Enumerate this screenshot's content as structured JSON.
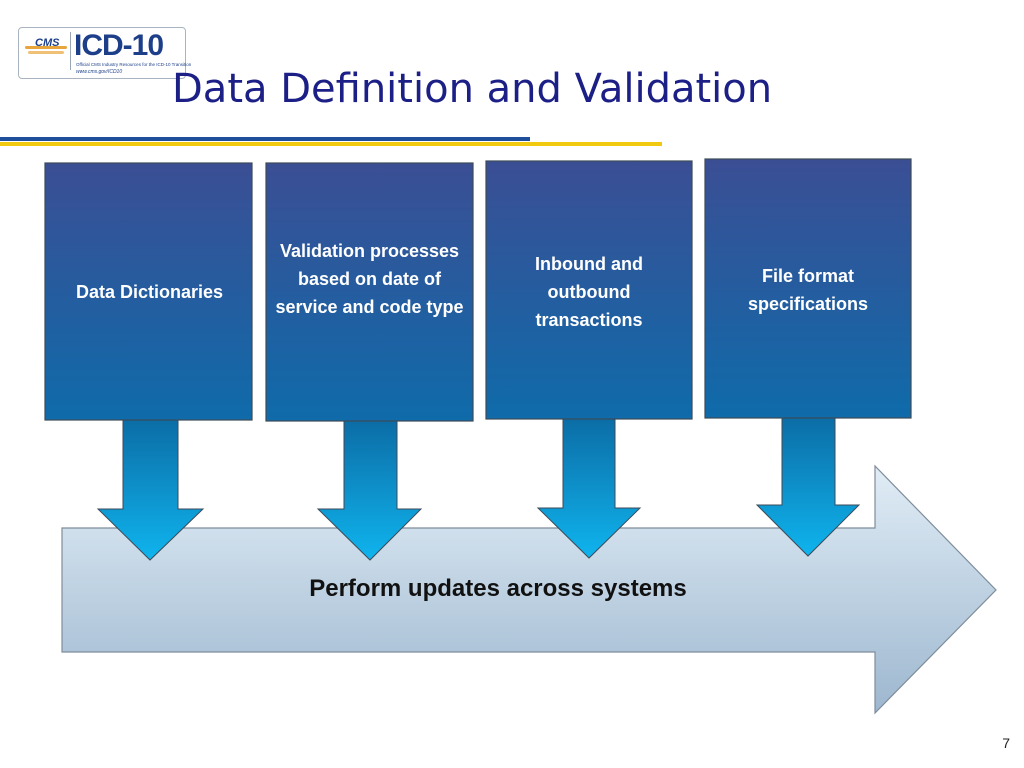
{
  "logo": {
    "brand": "CMS",
    "main_text": "ICD-10",
    "tagline": "Official CMS Industry Resources for the ICD-10 Transition",
    "url": "www.cms.gov/ICD10"
  },
  "title": "Data Definition and Validation",
  "inputs": [
    {
      "label": "Data Dictionaries"
    },
    {
      "label": "Validation processes based on date of service and code type"
    },
    {
      "label": "Inbound and outbound transactions"
    },
    {
      "label": "File format specifications"
    }
  ],
  "output": {
    "label": "Perform updates across systems"
  },
  "page_number": "7",
  "colors": {
    "title": "#1b1f86",
    "box_top": "#3b4e94",
    "box_bottom": "#0f6baa",
    "arrow_top": "#0c6da6",
    "arrow_bottom": "#0fb4ee",
    "band_top": "#d8e6f2",
    "band_bottom": "#9db7cf",
    "rule_blue": "#1f4e9a",
    "rule_yellow": "#f1c90f"
  }
}
